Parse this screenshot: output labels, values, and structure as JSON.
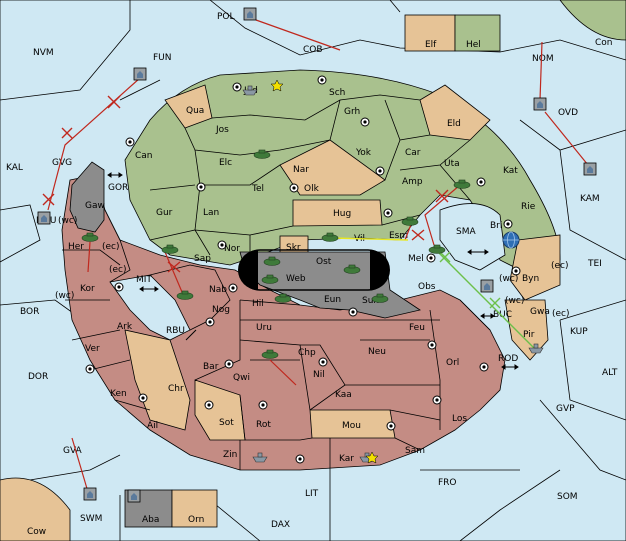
{
  "provinces": {
    "pol": "POL",
    "cob": "COB",
    "elf": "Elf",
    "hel": "Hel",
    "con": "Con",
    "nvm": "NVM",
    "fun": "FUN",
    "nom": "NOM",
    "ovd": "OVD",
    "kal": "KAL",
    "gvg": "GVG",
    "kam": "KAM",
    "mvu": "MVU",
    "gor": "GOR",
    "gaw": "Gaw",
    "her": "Her",
    "kor": "Kor",
    "mit": "MIT",
    "bor": "BOR",
    "ver": "Ver",
    "ark": "Ark",
    "dor": "DOR",
    "ken": "Ken",
    "ail": "Ail",
    "chr": "Chr",
    "rbu": "RBU",
    "nog": "Nog",
    "nab": "Nab",
    "sap": "Sap",
    "gur": "Gur",
    "can": "Can",
    "qua": "Qua",
    "jad": "Jad",
    "sch": "Sch",
    "jos": "Jos",
    "grh": "Grh",
    "eld": "Eld",
    "elc": "Elc",
    "yok": "Yok",
    "car": "Car",
    "uta": "Uta",
    "kat": "Kat",
    "nar": "Nar",
    "olk": "Olk",
    "amp": "Amp",
    "tel": "Tel",
    "lan": "Lan",
    "hug": "Hug",
    "rie": "Rie",
    "bri": "Bri",
    "sma": "SMA",
    "nor": "Nor",
    "skr": "Skr",
    "vil": "Vil",
    "esm": "Esm",
    "mel": "Mel",
    "ost": "Ost",
    "web": "Web",
    "eun": "Eun",
    "sun": "Sun",
    "obs": "Obs",
    "byn": "Byn",
    "tei": "TEI",
    "hil": "Hil",
    "uru": "Uru",
    "feu": "Feu",
    "buc": "BUC",
    "gwa": "Gwa",
    "pir": "Pir",
    "kup": "KUP",
    "bar": "Bar",
    "qwi": "Qwi",
    "chp": "Chp",
    "nil": "Nil",
    "neu": "Neu",
    "orl": "Orl",
    "rod": "ROD",
    "alt": "ALT",
    "kaa": "Kaa",
    "los": "Los",
    "sot": "Sot",
    "rot": "Rot",
    "mou": "Mou",
    "gvp": "GVP",
    "zin": "Zin",
    "kar": "Kar",
    "sam": "Sam",
    "fro": "FRO",
    "gva": "GVA",
    "lit": "LIT",
    "som": "SOM",
    "swm": "SWM",
    "aba": "Aba",
    "orn": "Orn",
    "dax": "DAX",
    "cow": "Cow"
  },
  "coasts": {
    "wc": "(wc)",
    "ec": "(ec)"
  },
  "unit_icons": {
    "army": "tank-icon",
    "fleet": "ship-icon",
    "supply": "supply-center-icon",
    "star": "star-icon",
    "neutral": "neutral-unit-icon"
  },
  "colors": {
    "sea": "#cfe8f3",
    "green_power": "#a9c18e",
    "red_power": "#c48c84",
    "neutral": "#e6c396",
    "grey_power": "#8c8c8c",
    "orders": "#c0281e",
    "support_yellow": "#e8e820",
    "support_green": "#6cc04a"
  }
}
